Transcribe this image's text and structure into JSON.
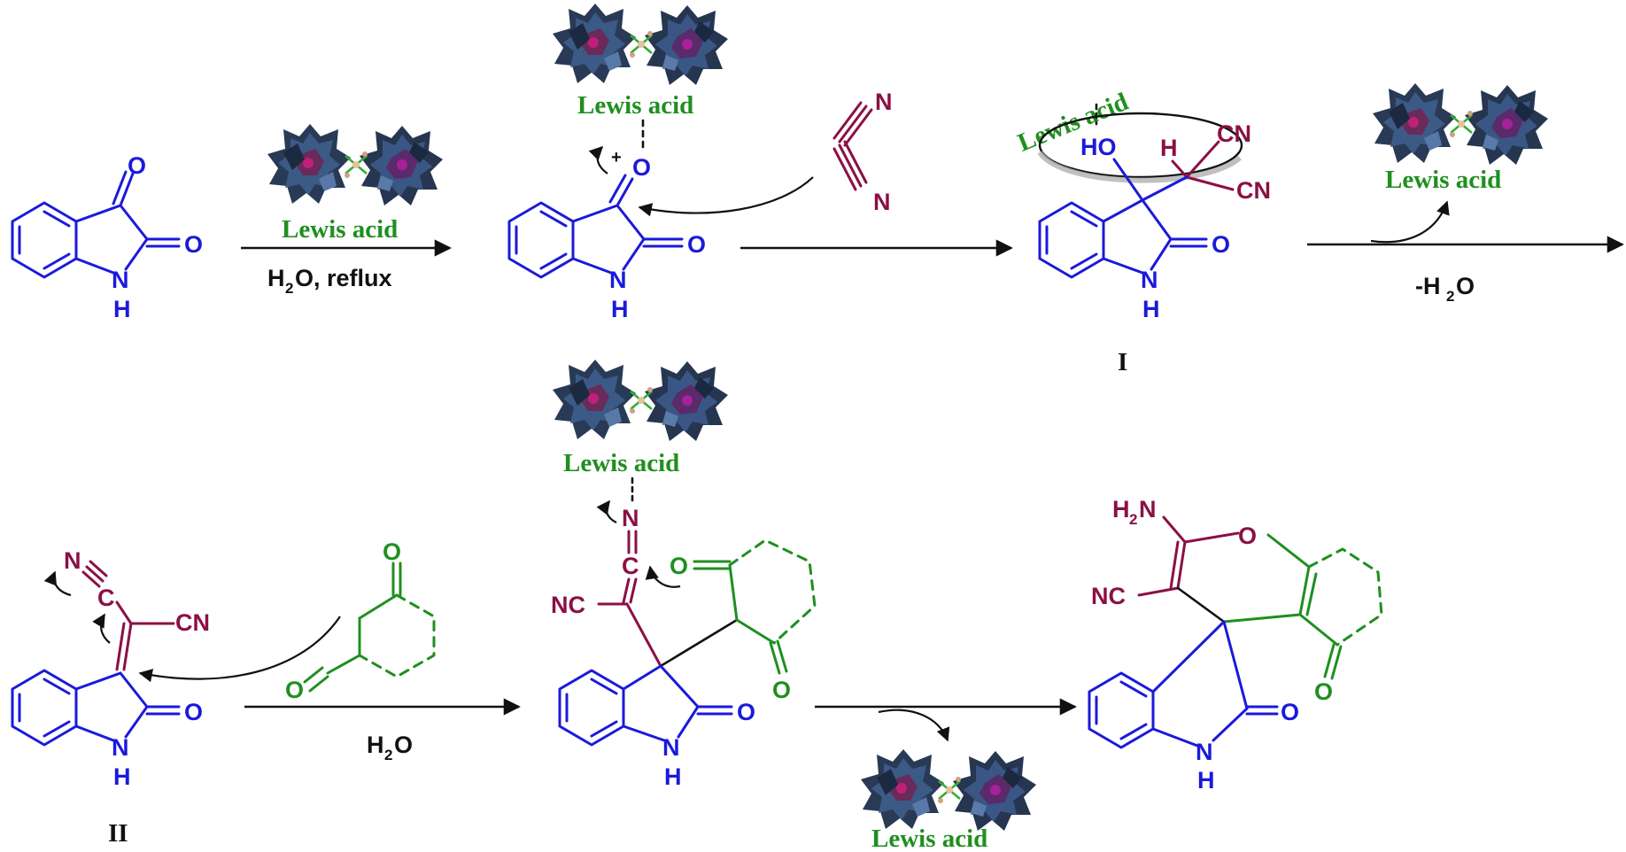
{
  "labels": {
    "lewis_acid": "Lewis acid",
    "reflux_conditions_left": "H",
    "reflux_conditions_right": "O, reflux",
    "minus_water_left": "-H",
    "minus_water_right": "O",
    "water_left": "H",
    "water_right": "O",
    "subscript_two": "2",
    "intermediate_one": "I",
    "intermediate_two": "II"
  },
  "atoms": {
    "oxygen": "O",
    "nitrogen": "N",
    "nh_n": "N",
    "nh_h": "H",
    "hydrogen": "H",
    "hydroxyl": "HO",
    "cyano": "CN",
    "cyano_reversed": "NC",
    "amino_h": "H",
    "amino_n": "N",
    "carbon": "C",
    "plus": "+"
  },
  "colors": {
    "isatin": "#1a1adb",
    "malononitrile": "#8b1045",
    "lewis_acid_text": "#1f8f1f",
    "dione": "#1f8f1f"
  },
  "icons": [
    "mof-catalyst-icon"
  ]
}
